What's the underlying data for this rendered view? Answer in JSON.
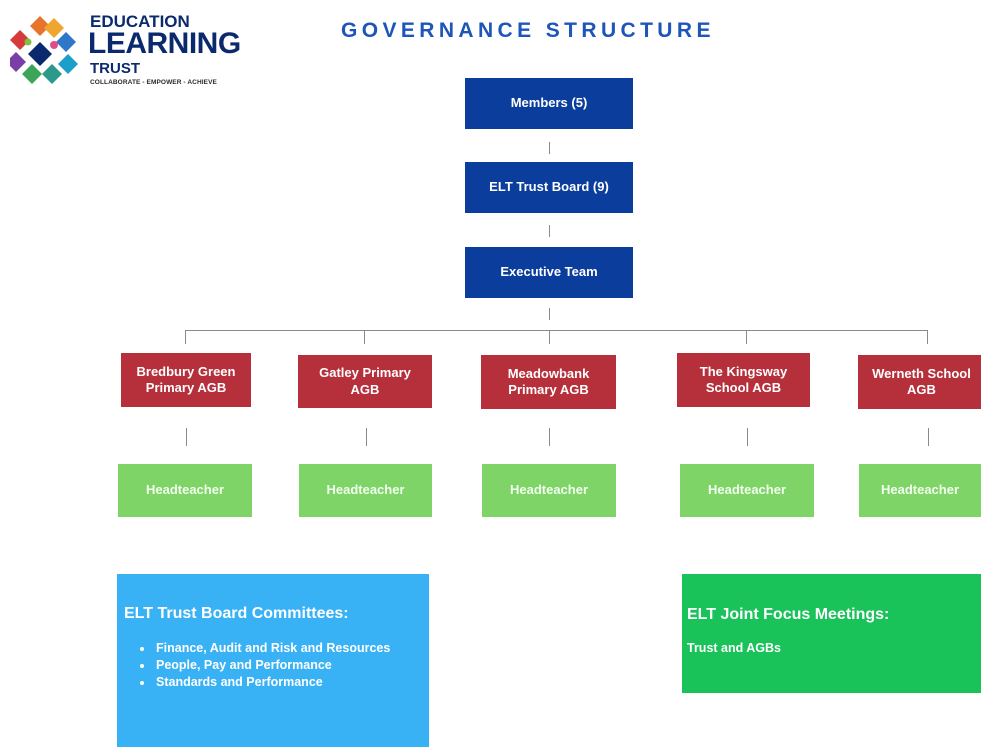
{
  "logo": {
    "line1": "EDUCATION",
    "line2": "LEARNING",
    "line3": "TRUST",
    "tagline": "COLLABORATE - EMPOWER - ACHIEVE"
  },
  "title": "GOVERNANCE STRUCTURE",
  "hierarchy": {
    "members": "Members (5)",
    "trust_board": "ELT Trust Board (9)",
    "executive_team": "Executive Team"
  },
  "schools": [
    {
      "agb": "Bredbury Green Primary AGB",
      "lead": "Headteacher"
    },
    {
      "agb": "Gatley Primary AGB",
      "lead": "Headteacher"
    },
    {
      "agb": "Meadowbank Primary AGB",
      "lead": "Headteacher"
    },
    {
      "agb": "The Kingsway School AGB",
      "lead": "Headteacher"
    },
    {
      "agb": "Werneth School AGB",
      "lead": "Headteacher"
    }
  ],
  "committees": {
    "title": "ELT Trust Board Committees:",
    "items": [
      "Finance, Audit and Risk and Resources",
      "People, Pay and Performance",
      "Standards and Performance"
    ]
  },
  "joint_focus": {
    "title": "ELT Joint Focus Meetings:",
    "subtitle": "Trust and AGBs"
  },
  "colors": {
    "title": "#1d56b8",
    "top_boxes": "#0b3d9c",
    "agb_boxes": "#b5303a",
    "headteacher_boxes": "#7ed466",
    "committees_panel": "#39b2f5",
    "joint_panel": "#1ac25a"
  }
}
